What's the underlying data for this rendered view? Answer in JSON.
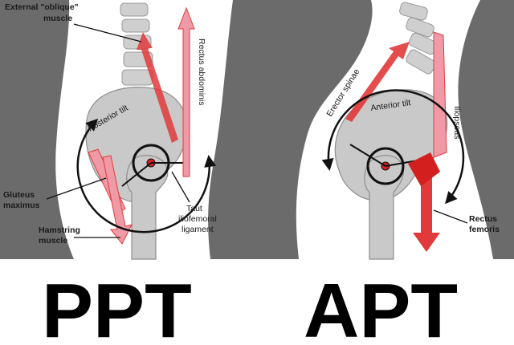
{
  "left_panel": {
    "labels": {
      "external_oblique": [
        "External \"oblique\"",
        "muscle"
      ],
      "rectus_abdominis": "Rectus abdominis",
      "posterior_tilt": "Posterior tilt",
      "gluteus_maximus": [
        "Gluteus",
        "maximus"
      ],
      "hamstring": [
        "Hamstring",
        "muscle"
      ],
      "taut_ligament": [
        "Taut",
        "iliofemoral",
        "ligament"
      ]
    },
    "caption": "PPT"
  },
  "right_panel": {
    "labels": {
      "erector_spinae": "Erector spinae",
      "anterior_tilt": "Anterior tilt",
      "iliopsoas": "Iliopsoas",
      "rectus_femoris": [
        "Rectus",
        "femoris"
      ]
    },
    "caption": "APT"
  },
  "colors": {
    "background_gray": "#6b6b6b",
    "body_white": "#ffffff",
    "bone_gray": "#c9c9c9",
    "muscle_red": "#e23a3a",
    "muscle_pink": "#ef9aa6",
    "pivot_red": "#d41f1f"
  }
}
